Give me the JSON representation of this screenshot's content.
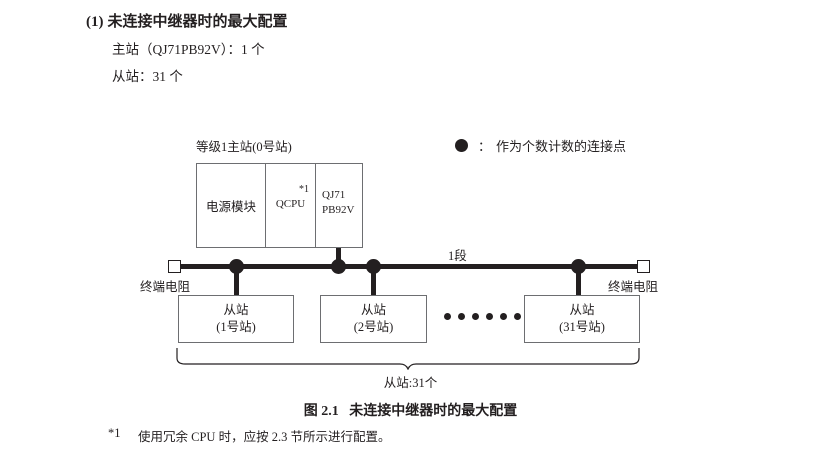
{
  "heading": {
    "number": "(1)",
    "title": "未连接中继器时的最大配置",
    "line1": "主站（QJ71PB92V）：1 个",
    "line2": "从站：31 个"
  },
  "legend": {
    "symbol_name": "filled-circle",
    "colon": "：",
    "text": "作为个数计数的连接点"
  },
  "diagram": {
    "master_label": "等级1主站(0号站)",
    "master": {
      "power_supply": "电源模块",
      "cpu": "QCPU",
      "cpu_footnote_mark": "*1",
      "network_line1": "QJ71",
      "network_line2": "PB92V"
    },
    "segment_label": "1段",
    "terminator_left": "终端电阻",
    "terminator_right": "终端电阻",
    "slaves": [
      {
        "name": "从站",
        "station": "(1号站)"
      },
      {
        "name": "从站",
        "station": "(2号站)"
      },
      {
        "name": "从站",
        "station": "(31号站)"
      }
    ],
    "ellipsis_dot_count": 6,
    "brace_label": "从站:31个"
  },
  "figure_caption": {
    "number": "图 2.1",
    "title": "未连接中继器时的最大配置"
  },
  "footnote": {
    "mark": "*1",
    "text": "使用冗余 CPU 时，应按 2.3 节所示进行配置。"
  },
  "colors": {
    "ink": "#231f20",
    "box_stroke": "#6d6e71",
    "background": "#ffffff"
  }
}
